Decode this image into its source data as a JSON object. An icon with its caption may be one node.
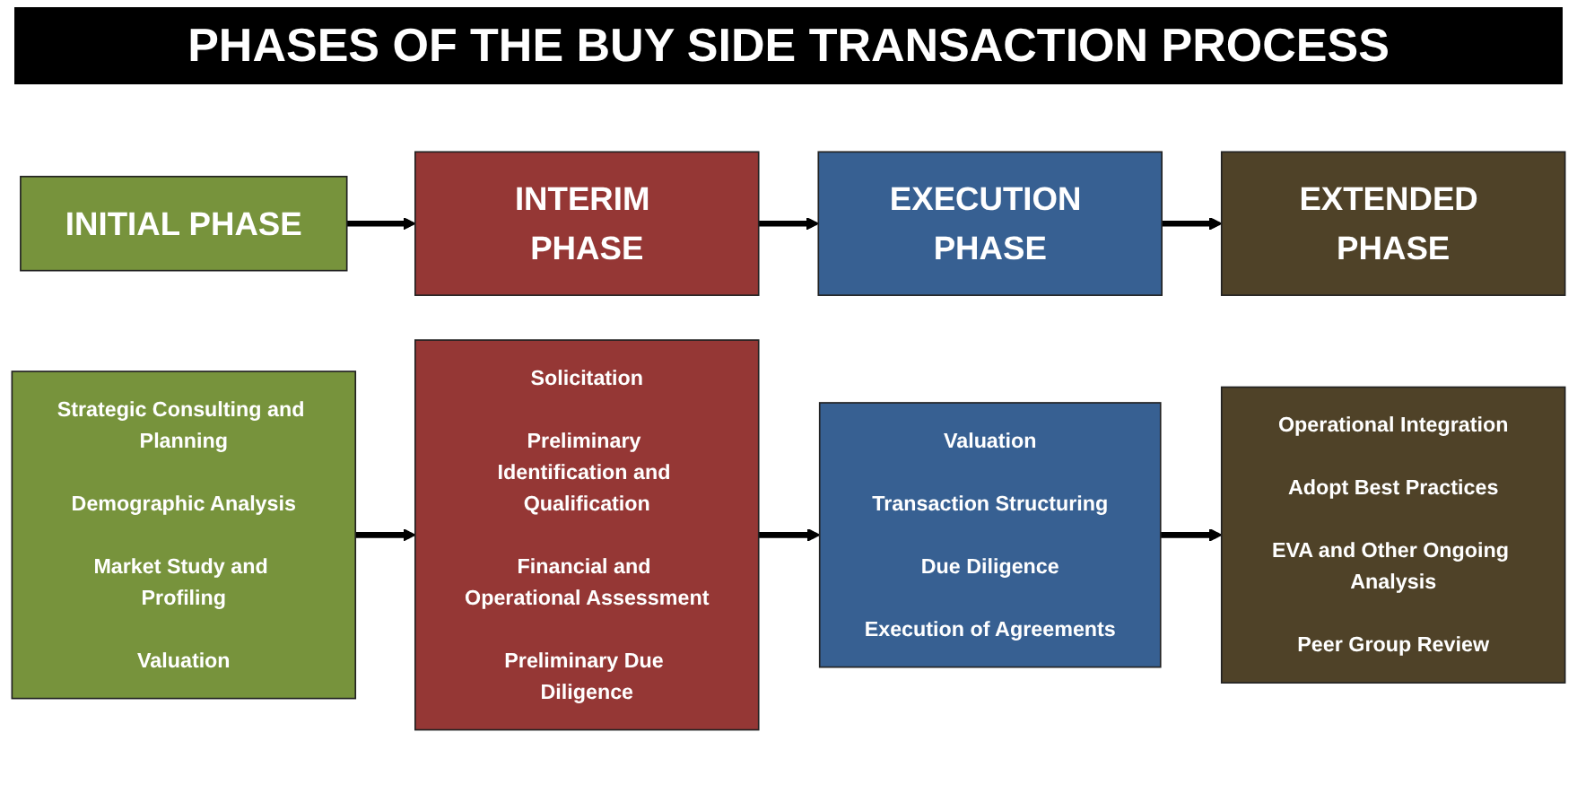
{
  "diagram": {
    "title": "PHASES OF THE BUY SIDE TRANSACTION PROCESS",
    "nodes": [
      {
        "text": [
          "INITIAL PHASE"
        ]
      },
      {
        "text": [
          "INTERIM PHASE"
        ]
      },
      {
        "text": [
          "EXECUTION PHASE"
        ]
      },
      {
        "text": [
          "EXTENDED PHASE"
        ]
      },
      {
        "text": [
          "Strategic Consulting and Planning",
          "Demographic Analysis",
          "Market Study and Profiling",
          "Valuation"
        ]
      },
      {
        "text": [
          "Solicitation",
          "Preliminary Identification and Qualification",
          "Financial and Operational Assessment",
          "Preliminary Due Diligence"
        ]
      },
      {
        "text": [
          "Valuation",
          "Transaction Structuring",
          "Due Diligence",
          "Execution of Agreements"
        ]
      },
      {
        "text": [
          "Operational Integration",
          "Adopt Best Practices",
          "EVA and Other Ongoing Analysis",
          "Peer Group Review"
        ]
      }
    ],
    "edges": [
      {
        "from": 0,
        "to": 1,
        "arrow": "to"
      },
      {
        "from": 1,
        "to": 2,
        "arrow": "to"
      },
      {
        "from": 2,
        "to": 3,
        "arrow": "to"
      },
      {
        "from": 4,
        "to": 5,
        "arrow": "to"
      },
      {
        "from": 5,
        "to": 6,
        "arrow": "to"
      },
      {
        "from": 6,
        "to": 7,
        "arrow": "to"
      }
    ]
  }
}
